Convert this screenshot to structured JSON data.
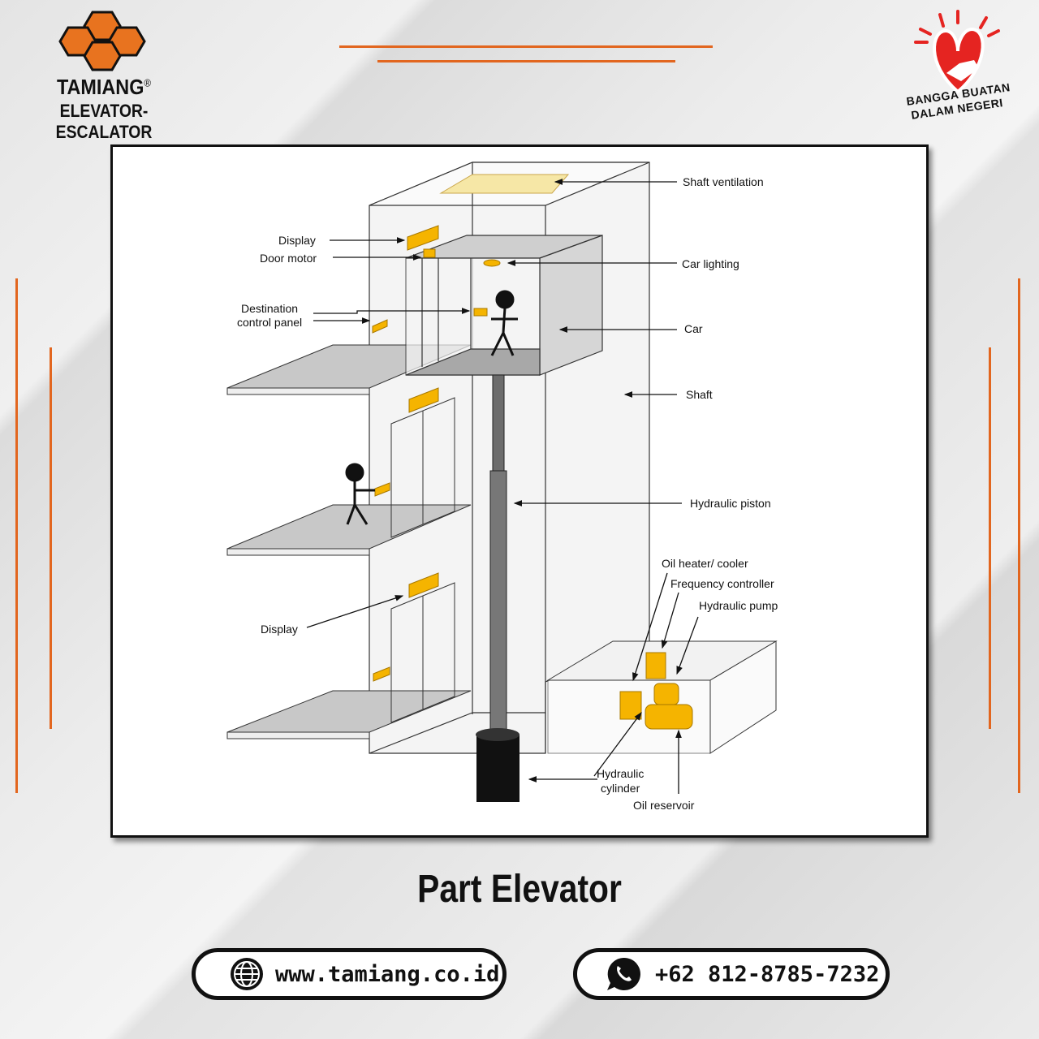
{
  "brand": {
    "name": "TAMIANG",
    "registered": "®",
    "tagline": "ELEVATOR-ESCALATOR"
  },
  "badge": {
    "line1": "BANGGA BUATAN",
    "line2": "DALAM NEGERI"
  },
  "diagram": {
    "labels": {
      "shaft_ventilation": "Shaft ventilation",
      "display_top": "Display",
      "door_motor": "Door motor",
      "car_lighting": "Car lighting",
      "destination_1": "Destination",
      "destination_2": "control panel",
      "car": "Car",
      "shaft": "Shaft",
      "hydraulic_piston": "Hydraulic piston",
      "oil_heater": "Oil heater/ cooler",
      "frequency_controller": "Frequency controller",
      "hydraulic_pump": "Hydraulic pump",
      "display_bottom": "Display",
      "hydraulic_cylinder_1": "Hydraulic",
      "hydraulic_cylinder_2": "cylinder",
      "oil_reservoir": "Oil reservoir"
    },
    "colors": {
      "component": "#f5b400",
      "ventilation": "#f6e7a6",
      "accent": "#e2661f"
    }
  },
  "title": "Part Elevator",
  "contacts": {
    "website": "www.tamiang.co.id",
    "phone": "+62 812-8785-7232"
  }
}
